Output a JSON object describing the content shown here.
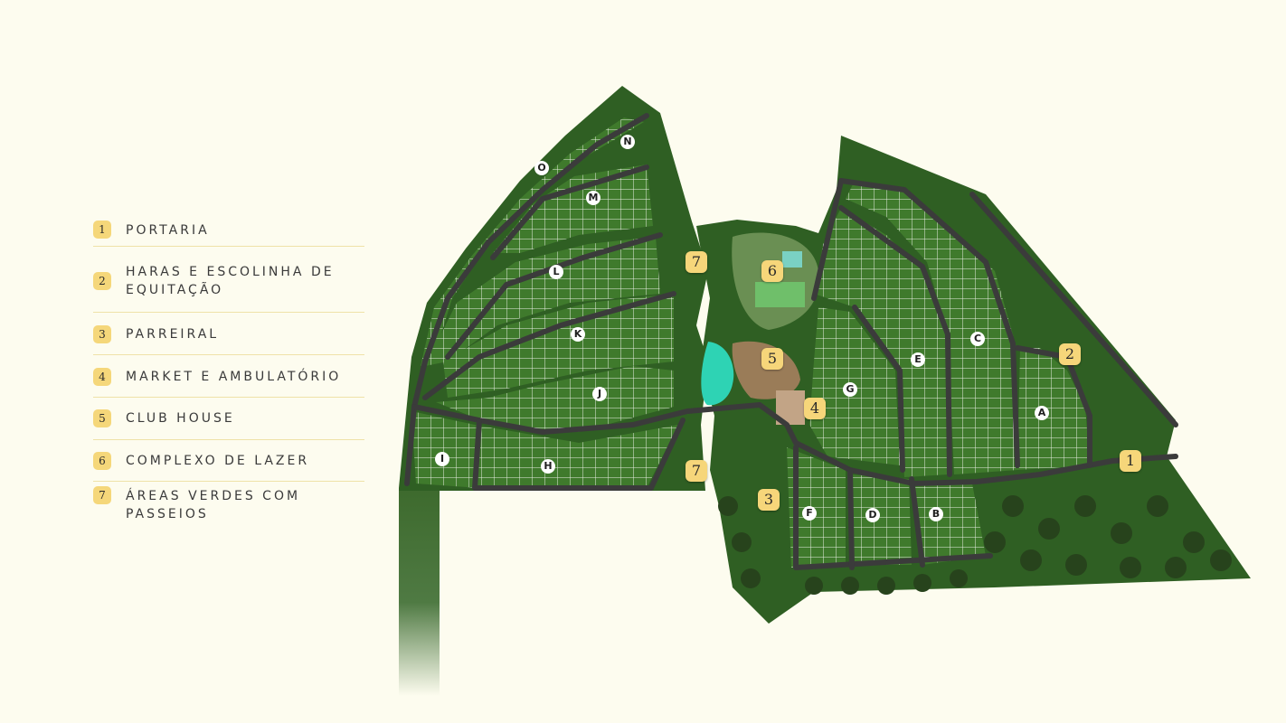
{
  "legend": {
    "items": [
      {
        "number": "1",
        "label": "PORTARIA"
      },
      {
        "number": "2",
        "label": "HARAS E ESCOLINHA DE EQUITAÇÃO"
      },
      {
        "number": "3",
        "label": "PARREIRAL"
      },
      {
        "number": "4",
        "label": "MARKET E AMBULATÓRIO"
      },
      {
        "number": "5",
        "label": "CLUB HOUSE"
      },
      {
        "number": "6",
        "label": "COMPLEXO DE LAZER"
      },
      {
        "number": "7",
        "label": "ÁREAS VERDES COM PASSEIOS"
      }
    ]
  },
  "map": {
    "markers": [
      "1",
      "2",
      "3",
      "4",
      "5",
      "6",
      "7",
      "7"
    ],
    "blocks": [
      "A",
      "B",
      "C",
      "D",
      "E",
      "F",
      "G",
      "H",
      "I",
      "J",
      "K",
      "L",
      "M",
      "N",
      "O"
    ]
  },
  "colors": {
    "background": "#fdfcef",
    "badge": "#f5d77a",
    "vegetation": "#2f5f23",
    "lots": "#3f7a2c",
    "roads": "#3b3b3b",
    "lake": "#2ed3b4"
  }
}
